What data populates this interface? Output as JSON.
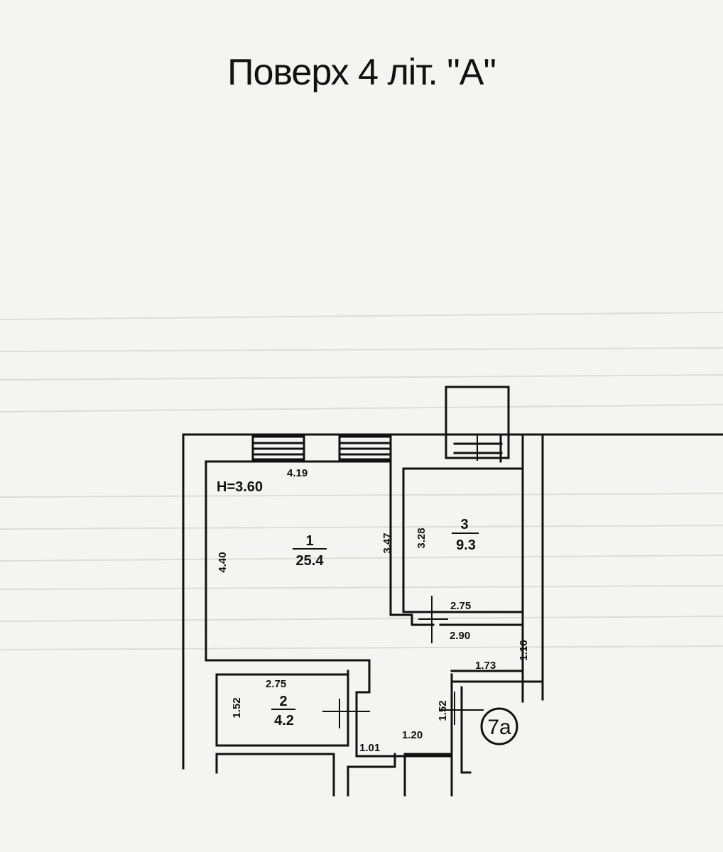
{
  "title": "Поверх 4  літ. \"А\"",
  "height_label": "H=3.60",
  "rooms": [
    {
      "number": "1",
      "area": "25.4"
    },
    {
      "number": "2",
      "area": "4.2"
    },
    {
      "number": "3",
      "area": "9.3"
    }
  ],
  "dimensions": {
    "d_4_19": "4.19",
    "d_4_40": "4.40",
    "d_3_47": "3.47",
    "d_3_28": "3.28",
    "d_2_75_room3": "2.75",
    "d_2_90": "2.90",
    "d_1_16": "1.16",
    "d_1_73": "1.73",
    "d_2_75_room2": "2.75",
    "d_1_52_left": "1.52",
    "d_1_52_right": "1.52",
    "d_1_20": "1.20",
    "d_1_01": "1.01"
  },
  "marker": "7а"
}
